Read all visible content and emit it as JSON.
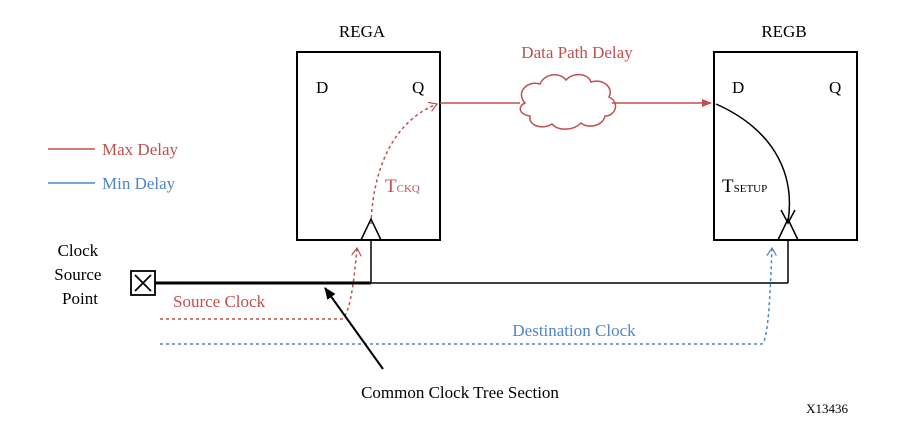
{
  "colors": {
    "max": "#c0504d",
    "min": "#4f86c6",
    "ink": "#000000",
    "background": "#ffffff"
  },
  "registers": {
    "a": {
      "name": "REGA",
      "d": "D",
      "q": "Q"
    },
    "b": {
      "name": "REGB",
      "d": "D",
      "q": "Q"
    }
  },
  "labels": {
    "data_path_delay": "Data Path Delay",
    "tckq_main": "T",
    "tckq_sub": "CKQ",
    "tsetup_main": "T",
    "tsetup_sub": "SETUP",
    "source_clock": "Source Clock",
    "destination_clock": "Destination Clock",
    "common_clock_tree": "Common Clock Tree Section",
    "clock_source_lines": [
      "Clock",
      "Source",
      "Point"
    ],
    "figure_id": "X13436"
  },
  "legend": [
    {
      "label": "Max Delay",
      "color_key": "max"
    },
    {
      "label": "Min Delay",
      "color_key": "min"
    }
  ],
  "icons": {
    "clock_source": "x-box-icon",
    "cloud": "cloud-icon"
  }
}
